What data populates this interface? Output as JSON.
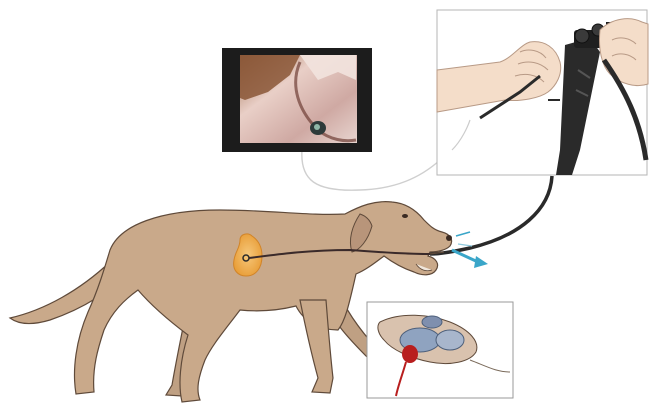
{
  "illustration": {
    "subject": "dog",
    "components": [
      "video-monitor",
      "endoscope-handpiece",
      "insertion-tube",
      "stomach-target",
      "biopsy-inset"
    ],
    "colors": {
      "background": "#ffffff",
      "dog_fur": "#c9a98a",
      "dog_outline": "#5f4a3a",
      "stomach": "#e9a23f",
      "monitor_frame": "#1c1c1c",
      "scope_body": "#2a2a2a",
      "hand_skin": "#f4ddc9",
      "water_jet": "#3aa6c9",
      "biopsy_red": "#b81e1e",
      "inset_border": "#9a9a9a"
    }
  }
}
